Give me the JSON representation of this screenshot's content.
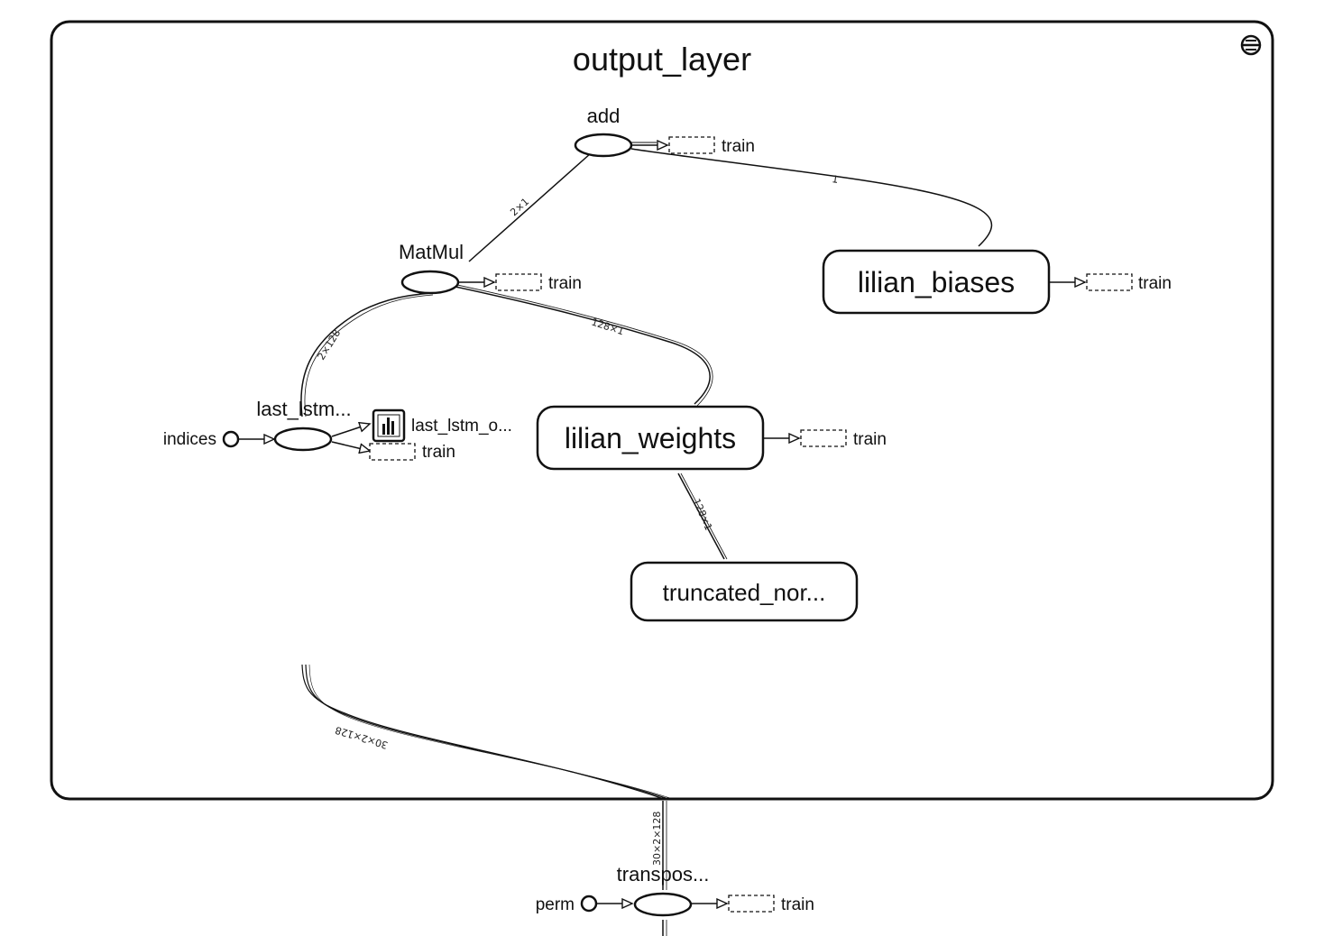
{
  "group": {
    "title": "output_layer"
  },
  "nodes": {
    "add": {
      "label": "add",
      "aux": "train"
    },
    "matmul": {
      "label": "MatMul",
      "aux": "train"
    },
    "lilian_biases": {
      "label": "lilian_biases",
      "aux": "train"
    },
    "lilian_weights": {
      "label": "lilian_weights",
      "aux": "train"
    },
    "truncated": {
      "label": "truncated_nor..."
    },
    "last_lstm": {
      "label": "last_lstm...",
      "input": "indices",
      "summary": "last_lstm_o...",
      "aux": "train"
    },
    "transpose": {
      "label": "transpos...",
      "input": "perm",
      "aux": "train"
    }
  },
  "edges": {
    "matmul_to_add": "2×1",
    "biases_to_add": "1",
    "lstm_to_matmul": "2×128",
    "weights_to_matmul": "128×1",
    "trunc_to_weights": "128×1",
    "transpose_to_lstm": "30×2×128",
    "transpose_out": "30×2×128"
  }
}
